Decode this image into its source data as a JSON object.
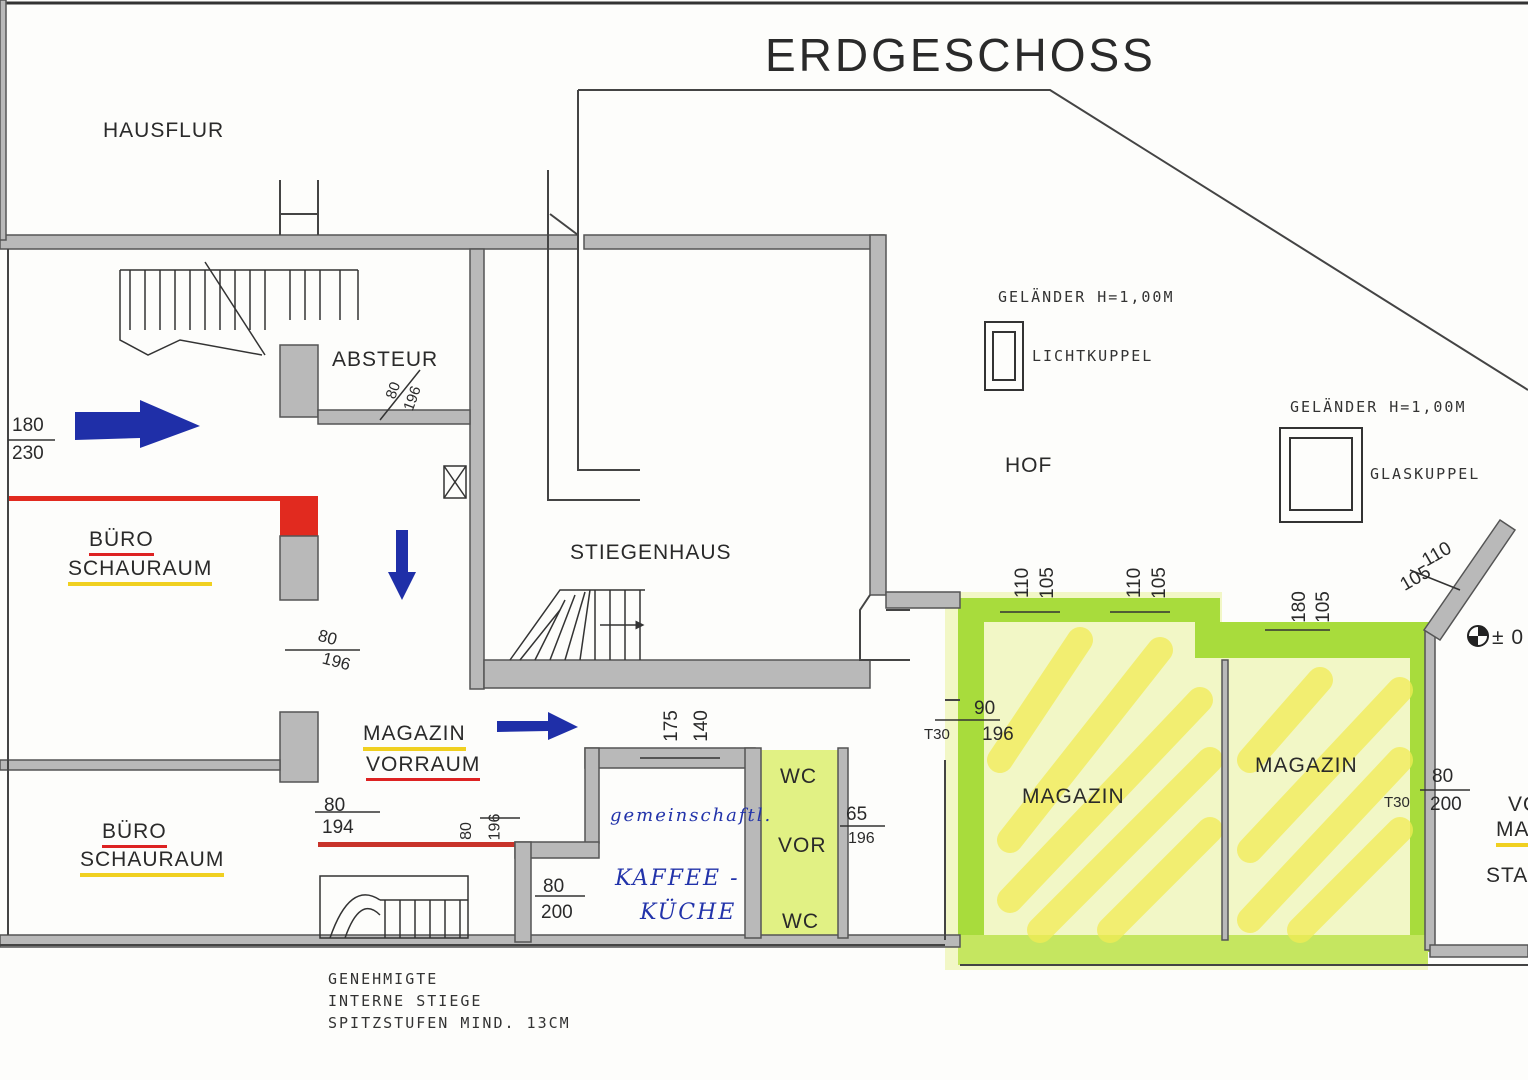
{
  "title": "ERDGESCHOSS",
  "rooms": {
    "hausflur": "HAUSFLUR",
    "absteur": "ABSTEUR",
    "stiegenhaus": "STIEGENHAUS",
    "hof": "HOF",
    "buero1_a": "BÜRO",
    "buero1_b": "SCHAURAUM",
    "buero2_a": "BÜRO",
    "buero2_b": "SCHAURAUM",
    "magazin_vorraum_a": "MAGAZIN",
    "magazin_vorraum_b": "VORRAUM",
    "wc1": "WC",
    "vor": "VOR",
    "wc2": "WC",
    "magazin1": "MAGAZIN",
    "magazin2": "MAGAZIN",
    "edge_vo": "VO",
    "edge_ma": "MA",
    "edge_sta": "STA"
  },
  "notes": {
    "gelaender1": "GELÄNDER H=1,00M",
    "lichtkuppel": "LICHTKUPPEL",
    "gelaender2": "GELÄNDER H=1,00M",
    "glaskuppel": "GLASKUPPEL",
    "kaffee1": "gemeinschaftl.",
    "kaffee2": "KAFFEE -",
    "kaffee3": "KÜCHE",
    "footer1": "GENEHMIGTE",
    "footer2": "INTERNE STIEGE",
    "footer3": "SPITZSTUFEN MIND. 13CM",
    "level": "± 0"
  },
  "dims": {
    "d180": "180",
    "d230": "230",
    "d80a": "80",
    "d196a": "196",
    "d80b": "80",
    "d196b": "196",
    "d80c": "80",
    "d194": "194",
    "d80d": "80",
    "d196c": "196",
    "d80e": "80",
    "d200a": "200",
    "d175": "175",
    "d140": "140",
    "d65": "65",
    "d196d": "196",
    "d90": "90",
    "d196e": "196",
    "t30a": "T30",
    "d110a": "110",
    "d105a": "105",
    "d110b": "110",
    "d105b": "105",
    "d180b": "180",
    "d105c": "105",
    "d110c": "110",
    "d105d": "105",
    "d80f": "80",
    "d200b": "200",
    "t30b": "T30"
  },
  "colors": {
    "wall": "#b9b9b9",
    "wall_edge": "#555555",
    "highlight_green": "#a8dc3c",
    "highlight_yellow": "#f3ef6a",
    "accent_red": "#e12a1f",
    "arrow_blue": "#1f2fa8"
  }
}
